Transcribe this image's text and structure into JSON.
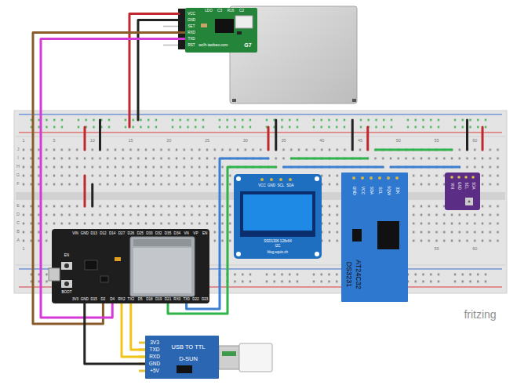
{
  "diagram": {
    "nodes": [
      {
        "text": [
          "VCC",
          "GND",
          "SET",
          "RXD",
          "TXD",
          "RST",
          "LDO",
          "C3",
          "R16",
          "C2",
          "wclh.taobao.com",
          "G7"
        ]
      },
      {
        "text": [
          "VCC",
          "GND",
          "SCL",
          "SDA",
          "SSD1306 128x64",
          "I2C",
          "blog.squix.ch"
        ]
      },
      {
        "text": [
          "GND",
          "VCC",
          "SDA",
          "SCL",
          "SQW",
          "32K",
          "DS3231",
          "AT24C32"
        ]
      },
      {
        "text": [
          "VIN",
          "GND",
          "SCL",
          "SDA"
        ]
      },
      {
        "text": [
          "VIN",
          "GND",
          "D13",
          "D12",
          "D14",
          "D27",
          "D26",
          "D25",
          "D33",
          "D32",
          "D35",
          "D34",
          "VN",
          "VP",
          "EN",
          "3V3",
          "GND",
          "D15",
          "D2",
          "D4",
          "RX2",
          "TX2",
          "D5",
          "D18",
          "D19",
          "D21",
          "RX0",
          "TX0",
          "D22",
          "D23",
          "EN",
          "BOOT"
        ]
      },
      {
        "text": [
          "3V3",
          "TXD",
          "RXD",
          "GND",
          "+5V",
          "USB TO TTL",
          "D-SUN"
        ]
      }
    ],
    "edges": [
      {
        "from": 0,
        "to": 4,
        "arrow": "none"
      },
      {
        "from": 0,
        "to": 4,
        "arrow": "none"
      },
      {
        "from": 4,
        "to": 5,
        "arrow": "none"
      },
      {
        "from": 4,
        "to": 5,
        "arrow": "none"
      },
      {
        "from": 4,
        "to": 5,
        "arrow": "none"
      }
    ],
    "labels": [
      "1",
      "5",
      "10",
      "15",
      "20",
      "25",
      "30",
      "35",
      "40",
      "45",
      "50",
      "55",
      "60",
      "1",
      "55",
      "60",
      "J",
      "I",
      "H",
      "G",
      "F",
      "E",
      "D",
      "C",
      "B",
      "A",
      "fritzing"
    ]
  }
}
